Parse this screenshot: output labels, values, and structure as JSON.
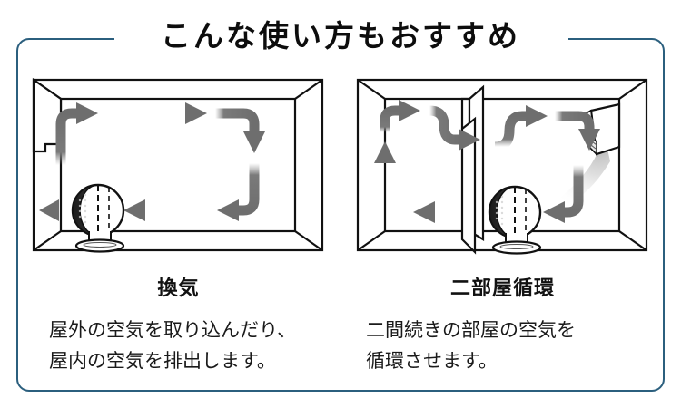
{
  "page": {
    "title": "こんな使い方もおすすめ",
    "background_color": "#ffffff",
    "frame_color": "#2b5f7e",
    "line_color": "#111111",
    "arrow_color": "#7a7a7a"
  },
  "panels": [
    {
      "id": "ventilation",
      "heading": "換気",
      "description_lines": [
        "屋外の空気を取り込んだり、",
        "屋内の空気を排出します。"
      ],
      "diagram": {
        "type": "single-room-airflow",
        "elements": [
          "room-box",
          "wall-opening-left",
          "circulation-arrows",
          "fan"
        ]
      }
    },
    {
      "id": "two-room-circulation",
      "heading": "二部屋循環",
      "description_lines": [
        "二間続きの部屋の空気を",
        "循環させます。"
      ],
      "diagram": {
        "type": "two-room-airflow",
        "elements": [
          "room-box",
          "partition-wall",
          "sliding-door",
          "air-conditioner",
          "circulation-arrows",
          "fan"
        ]
      }
    }
  ]
}
